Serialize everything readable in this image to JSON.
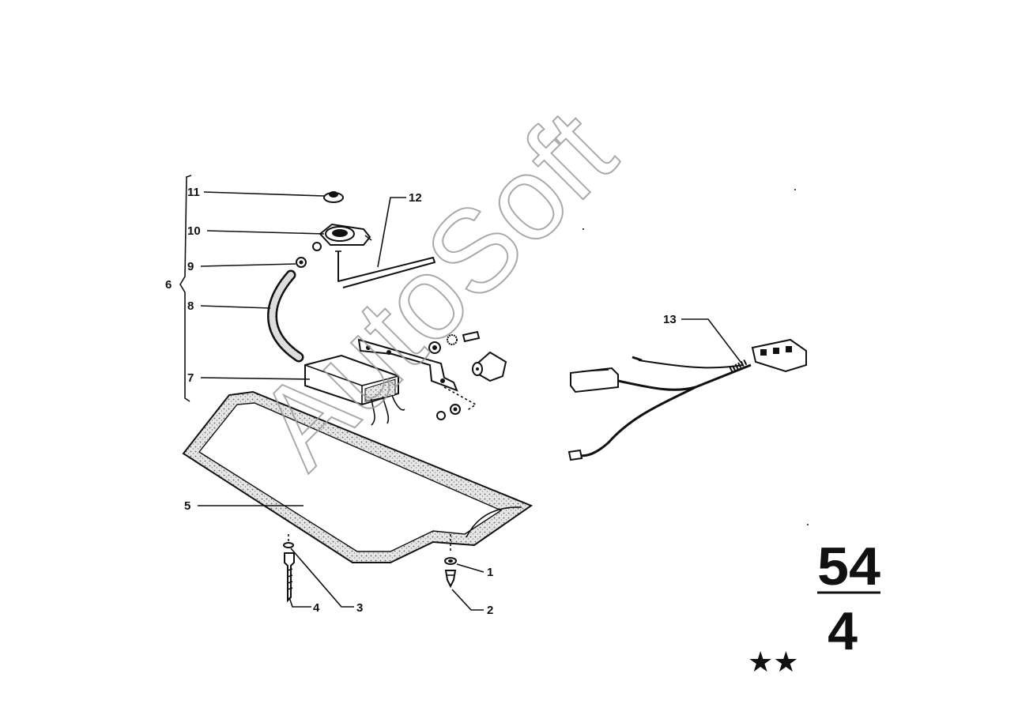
{
  "watermark": "AutoSoft",
  "group": {
    "main": "54",
    "sub": "4"
  },
  "markers": "★★",
  "callouts": {
    "c1": "1",
    "c2": "2",
    "c3": "3",
    "c4": "4",
    "c5": "5",
    "c6": "6",
    "c7": "7",
    "c8": "8",
    "c9": "9",
    "c10": "10",
    "c11": "11",
    "c12": "12",
    "c13": "13"
  }
}
